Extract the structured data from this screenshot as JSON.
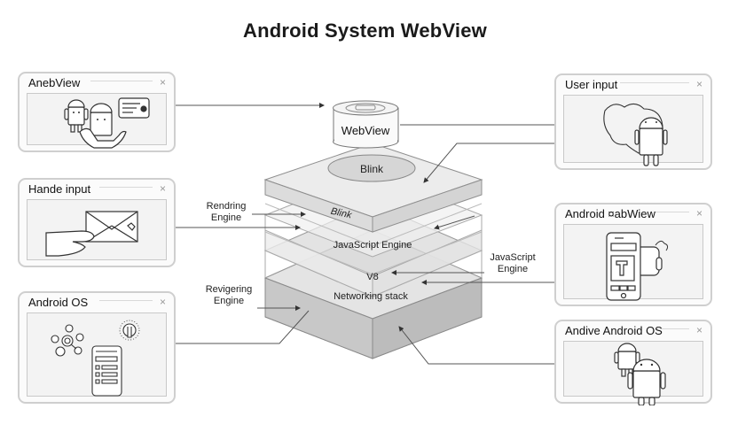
{
  "title": "Android System WebView",
  "windows": [
    {
      "id": "anebview",
      "title": "AnebView",
      "close": "×"
    },
    {
      "id": "hande-input",
      "title": "Hande input",
      "close": "×"
    },
    {
      "id": "android-os",
      "title": "Android OS",
      "close": "×"
    },
    {
      "id": "user-input",
      "title": "User input",
      "close": "×"
    },
    {
      "id": "android-oabwiew",
      "title": "Android ¤abWiew",
      "close": "×"
    },
    {
      "id": "andive-android-os",
      "title": "Andive Android OS",
      "close": "×"
    }
  ],
  "stack": {
    "webview_label": "WebView",
    "blink_top_label": "Blink",
    "blink_layer_label": "Blink",
    "js_engine_label": "JavaScript Engine",
    "v8_label": "V8",
    "networking_label": "Networking stack"
  },
  "annotations": {
    "rendering_engine": [
      "Rendring",
      "Engine"
    ],
    "revigering_engine": [
      "Revigering",
      "Engine"
    ],
    "javascript_engine": [
      "JavaScript",
      "Engine"
    ]
  },
  "colors": {
    "layer_top": "#eeeeee",
    "layer_mid": "#e2e2e2",
    "layer_dark": "#c4c4c4",
    "ellipse": "#d6d6d6",
    "line": "#555555"
  }
}
